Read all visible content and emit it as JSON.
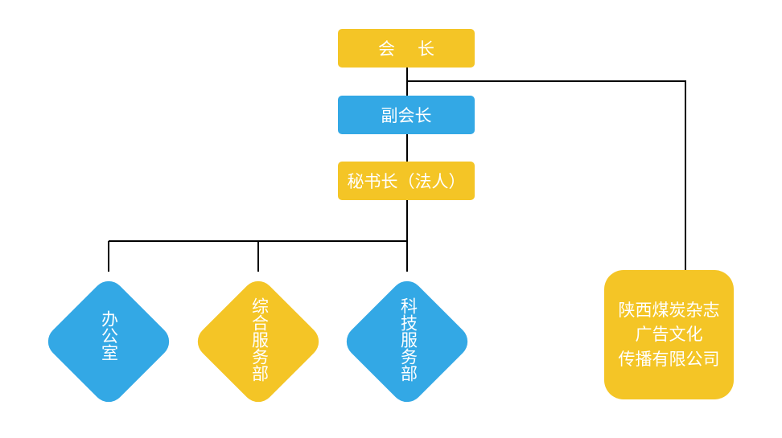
{
  "colors": {
    "yellow": "#f4c526",
    "blue": "#33a8e5",
    "connector": "#000000",
    "text": "#ffffff"
  },
  "nodes": {
    "president": {
      "label_a": "会",
      "label_b": "长"
    },
    "vice_president": {
      "label": "副会长"
    },
    "secretary_general": {
      "label": "秘书长（法人）"
    },
    "office": {
      "label": "办公室"
    },
    "general_services": {
      "label": "综合服务部"
    },
    "tech_services": {
      "label": "科技服务部"
    },
    "company": {
      "line1": "陕西煤炭杂志",
      "line2": "广告文化",
      "line3": "传播有限公司"
    }
  }
}
